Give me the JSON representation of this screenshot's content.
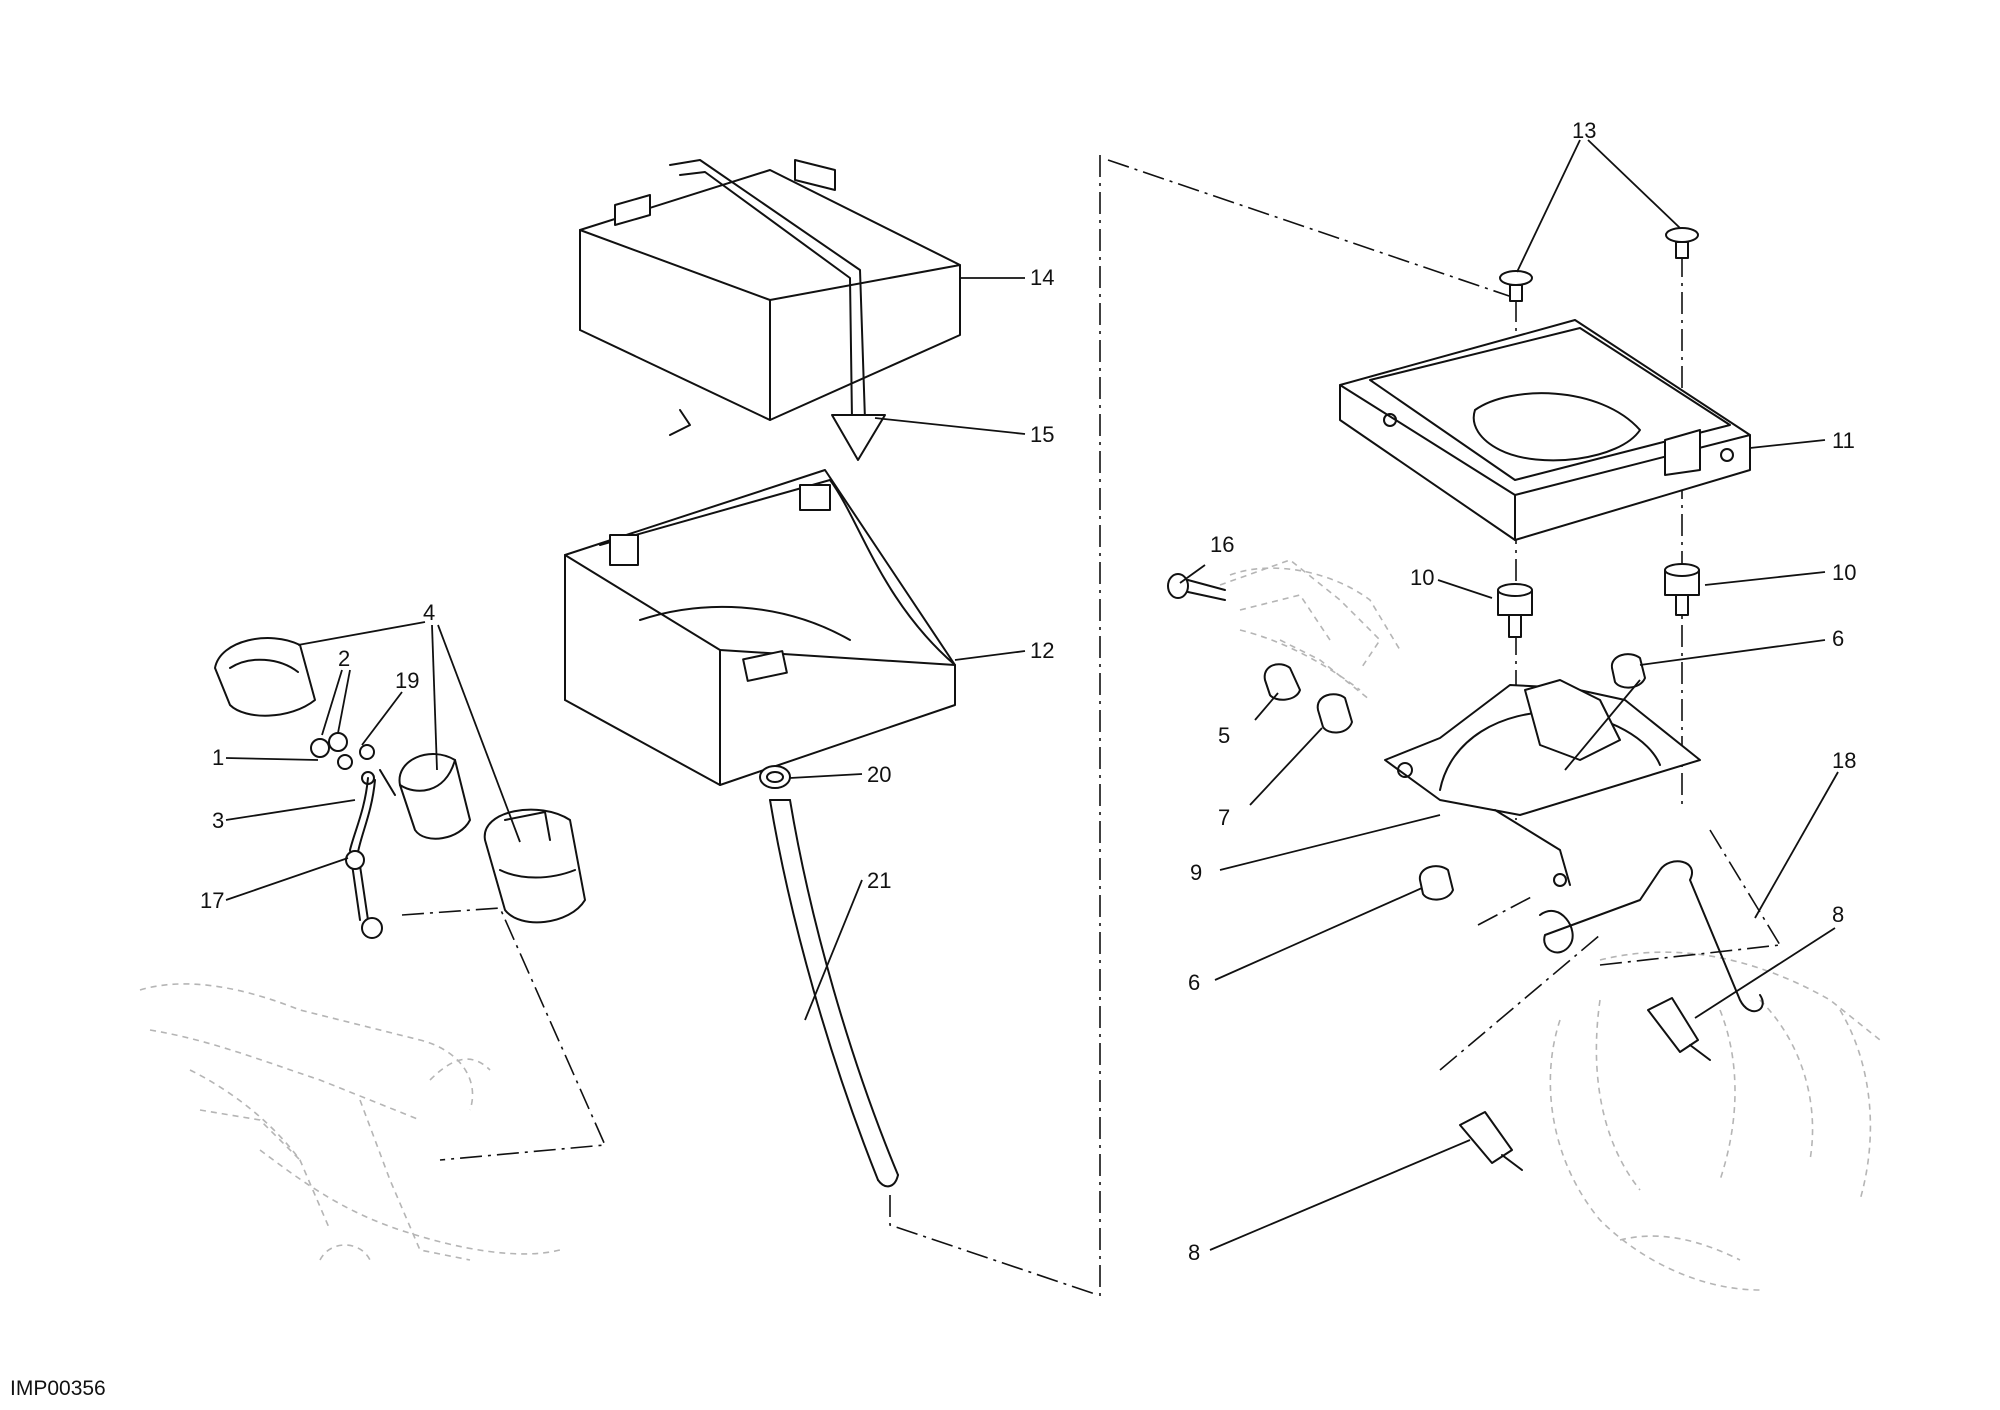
{
  "diagram": {
    "reference_code": "IMP00356",
    "callouts": [
      "1",
      "2",
      "3",
      "4",
      "5",
      "6",
      "6",
      "7",
      "8",
      "8",
      "9",
      "10",
      "10",
      "11",
      "12",
      "13",
      "14",
      "15",
      "16",
      "17",
      "18",
      "19",
      "20",
      "21"
    ]
  }
}
